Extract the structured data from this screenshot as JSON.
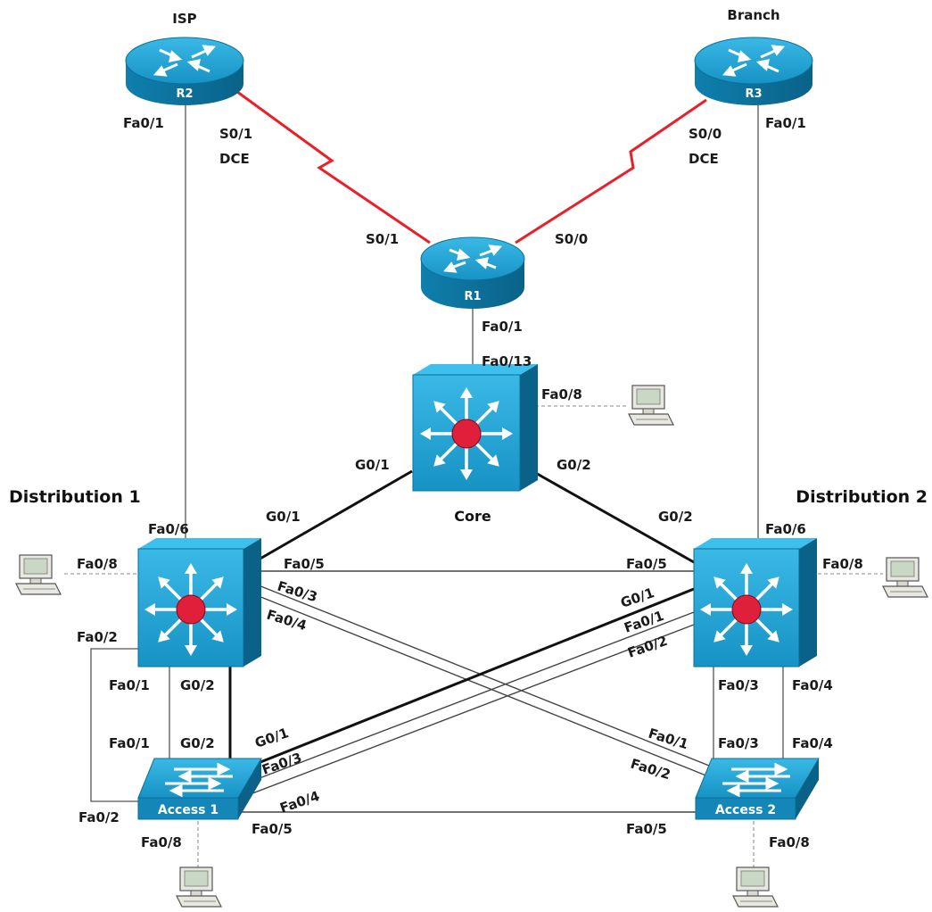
{
  "devices": {
    "r2": {
      "name": "R2",
      "site": "ISP"
    },
    "r3": {
      "name": "R3",
      "site": "Branch"
    },
    "r1": {
      "name": "R1"
    },
    "core": {
      "name": "Core"
    },
    "dist1": {
      "name": "Distribution 1"
    },
    "dist2": {
      "name": "Distribution 2"
    },
    "access1": {
      "name": "Access 1"
    },
    "access2": {
      "name": "Access 2"
    }
  },
  "ports": {
    "r2_fa01": "Fa0/1",
    "r2_s01": "S0/1",
    "r2_dce": "DCE",
    "r3_s00": "S0/0",
    "r3_dce": "DCE",
    "r3_fa01": "Fa0/1",
    "r1_s01": "S0/1",
    "r1_s00": "S0/0",
    "r1_fa01": "Fa0/1",
    "core_fa013": "Fa0/13",
    "core_fa08": "Fa0/8",
    "core_g01": "G0/1",
    "core_g02": "G0/2",
    "d1_g01": "G0/1",
    "d1_fa06": "Fa0/6",
    "d1_fa08": "Fa0/8",
    "d1_fa05": "Fa0/5",
    "d1_fa03": "Fa0/3",
    "d1_fa04": "Fa0/4",
    "d1_fa02": "Fa0/2",
    "d1_fa01": "Fa0/1",
    "d1_g02": "G0/2",
    "d2_g02": "G0/2",
    "d2_fa06": "Fa0/6",
    "d2_fa08": "Fa0/8",
    "d2_fa05": "Fa0/5",
    "d2_g01": "G0/1",
    "d2_fa01": "Fa0/1",
    "d2_fa02": "Fa0/2",
    "d2_fa03": "Fa0/3",
    "d2_fa04": "Fa0/4",
    "a1_fa01": "Fa0/1",
    "a1_g02": "G0/2",
    "a1_g01": "G0/1",
    "a1_fa03": "Fa0/3",
    "a1_fa04": "Fa0/4",
    "a1_fa02": "Fa0/2",
    "a1_fa08": "Fa0/8",
    "a1_fa05": "Fa0/5",
    "a2_fa03": "Fa0/3",
    "a2_fa04": "Fa0/4",
    "a2_fa01": "Fa0/1",
    "a2_fa02": "Fa0/2",
    "a2_fa05": "Fa0/5",
    "a2_fa08": "Fa0/8"
  },
  "colors": {
    "device_blue": "#1d9fcf",
    "device_dark": "#0b6f99",
    "serial_link": "#e8202a",
    "gig_link": "#111111",
    "fast_link": "#555555",
    "pc_link": "#a0a0a0",
    "core_center": "#e0203a"
  },
  "icons": [
    "router-icon",
    "multilayer-switch-icon",
    "switch-icon",
    "pc-icon"
  ]
}
